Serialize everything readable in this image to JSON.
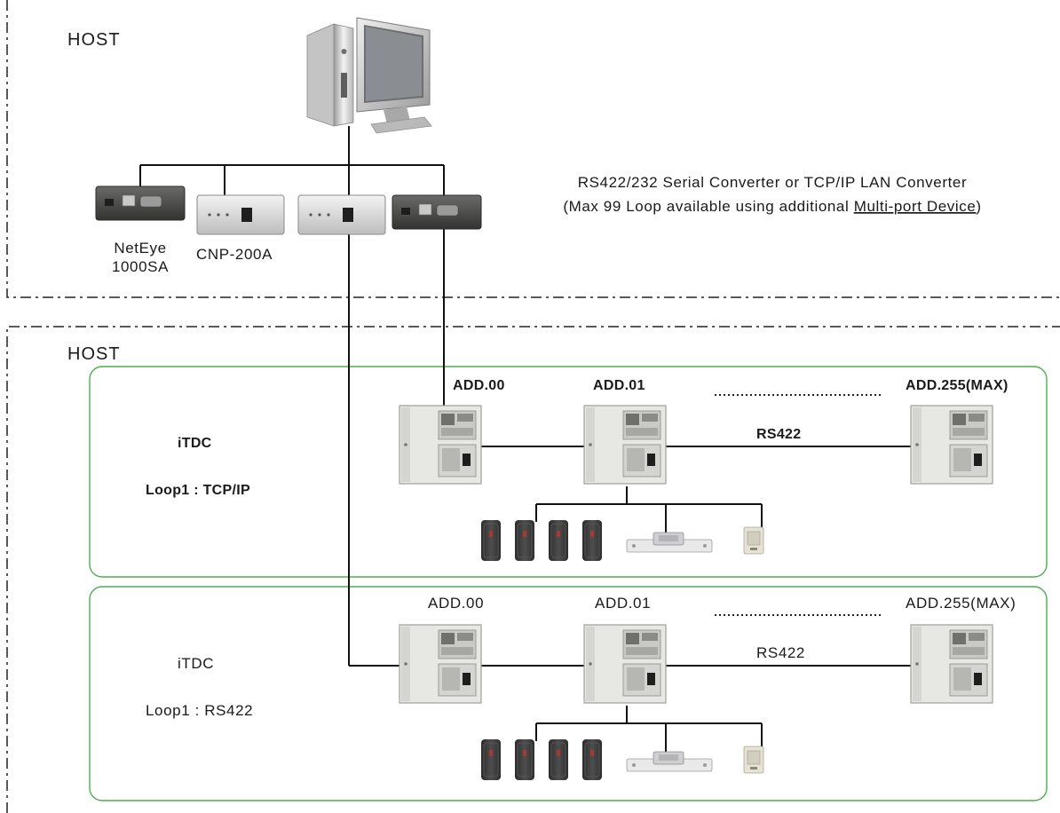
{
  "host_label_top": "HOST",
  "host_label_bottom": "HOST",
  "converters": [
    {
      "id": "neteye",
      "label_lines": [
        "NetEye",
        "1000SA"
      ]
    },
    {
      "id": "cnp200a",
      "label_lines": [
        "CNP-200A"
      ]
    }
  ],
  "converter_note": {
    "line1": "RS422/232 Serial Converter or TCP/IP LAN Converter",
    "line2_prefix": "(Max 99 Loop available using additional ",
    "line2_link": "Multi-port Device",
    "line2_suffix": ")"
  },
  "loops": [
    {
      "controller": "iTDC",
      "loop_label": "Loop1 : TCP/IP",
      "bold": true,
      "addresses": [
        "ADD.00",
        "ADD.01",
        "ADD.255(MAX)"
      ],
      "bus_label": "RS422"
    },
    {
      "controller": "iTDC",
      "loop_label": "Loop1 : RS422",
      "bold": false,
      "addresses": [
        "ADD.00",
        "ADD.01",
        "ADD.255(MAX)"
      ],
      "bus_label": "RS422"
    }
  ],
  "colors": {
    "loop_border": "#4caf50",
    "host_border": "#222222",
    "panel_fill": "#e6e6e3",
    "reader_fill": "#3e3e3e",
    "converter_dark": "#4a4a48",
    "converter_light": "#dcdcdc"
  }
}
